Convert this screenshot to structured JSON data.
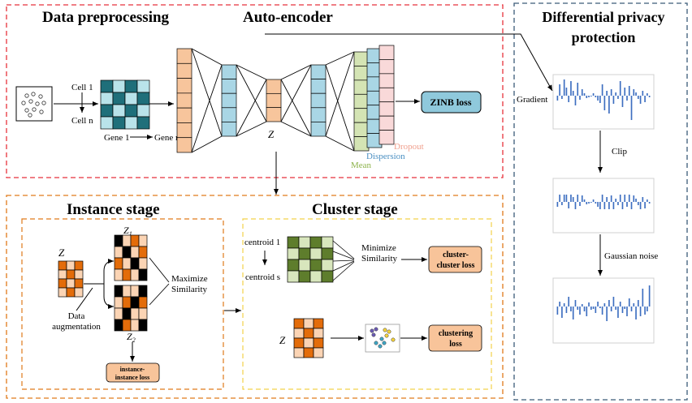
{
  "sections": {
    "data_preprocessing": "Data preprocessing",
    "auto_encoder": "Auto-encoder",
    "dp_line1": "Differential privacy",
    "dp_line2": "protection",
    "instance_stage": "Instance stage",
    "cluster_stage": "Cluster stage"
  },
  "preprocess": {
    "cell1": "Cell 1",
    "celln": "Cell n",
    "gene1": "Gene 1",
    "genem": "Gene m"
  },
  "autoencoder": {
    "z_label": "Z",
    "zinb_loss": "ZINB loss",
    "dropout": "Dropout",
    "dispersion": "Dispersion",
    "mean": "Mean"
  },
  "dp": {
    "gradient": "Gradient",
    "clip": "Clip",
    "gaussian_noise": "Gaussian noise"
  },
  "instance": {
    "z_label": "Z",
    "z1_label": "Z",
    "z1_sub": "1",
    "z2_label": "Z",
    "z2_sub": "2",
    "data_aug_1": "Data",
    "data_aug_2": "augmentation",
    "maximize_1": "Maximize",
    "maximize_2": "Similarity",
    "loss_1": "instance-",
    "loss_2": "instance loss"
  },
  "cluster": {
    "centroid1": "centroid 1",
    "centroids": "centroid s",
    "minimize_1": "Minimize",
    "minimize_2": "Similarity",
    "cc_loss_1": "cluster-",
    "cc_loss_2": "cluster loss",
    "z_label": "Z",
    "cl_loss_1": "clustering",
    "cl_loss_2": "loss"
  },
  "colors": {
    "red_border": "#e8323c",
    "orange_border": "#e07a1a",
    "yellow_border": "#f2d24a",
    "blue_border": "#3b5a78",
    "orange_fill": "#f7c59c",
    "blue_fill": "#a9d6e5",
    "green_fill": "#d4e4b4",
    "pink_fill": "#f9d9d9",
    "teal_dark": "#1f6f7a",
    "teal_light": "#b9e3ea",
    "orange_dark": "#e36c0a",
    "peach": "#fbd4b4",
    "green_dark": "#5e7d2c",
    "green_light": "#d8e6bd",
    "zinb_fill": "#8fc9dc",
    "loss_fill": "#f8c49a",
    "bar_blue": "#3d6ec0"
  }
}
